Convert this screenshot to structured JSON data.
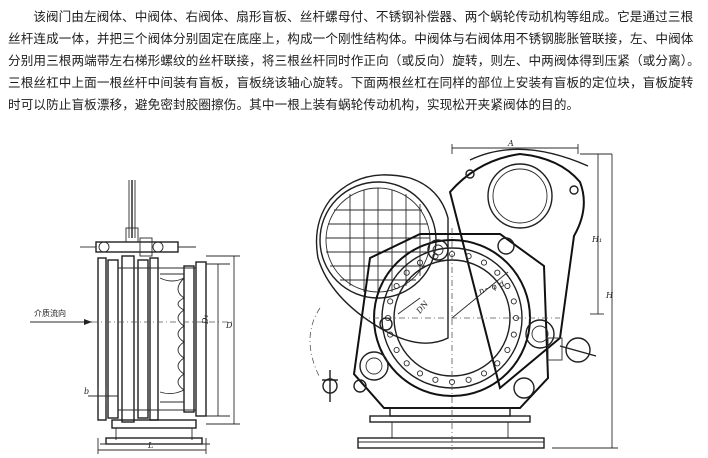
{
  "description": "该阀门由左阀体、中阀体、右阀体、扇形盲板、丝杆螺母付、不锈钢补偿器、两个蜗轮传动机构等组成。它是通过三根丝杆连成一体，并把三个阀体分别固定在底座上，构成一个刚性结构体。中阀体与右阀体用不锈钢膨胀管联接，左、中阀体分别用三根两端带左右梯形螺纹的丝杆联接，将三根丝杆同时作正向（或反向）旋转，则左、中两阀体得到压紧（或分离）。三根丝杠中上面一根丝杆中间装有盲板，盲板绕该轴心旋转。下面两根丝杠在同样的部位上安装有盲板的定位块，盲板旋转时可以防止盲板漂移，避免密封胶圈擦伤。其中一根上装有蜗轮传动机构，实现松开夹紧阀体的目的。",
  "labels": {
    "flow": "介质流向",
    "d1": "D₁",
    "d": "D",
    "b": "b",
    "l": "L",
    "a": "A",
    "h1": "H₁",
    "h": "H",
    "dn": "DN",
    "n_d": "n－φ d"
  }
}
